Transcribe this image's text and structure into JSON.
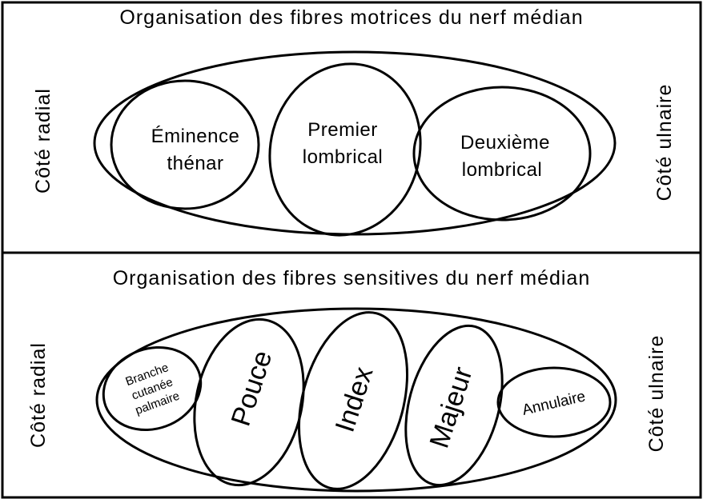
{
  "top": {
    "title": "Organisation des fibres motrices du nerf médian",
    "left_side": "Côté radial",
    "right_side": "Côté ulnaire",
    "thenar": [
      "Éminence",
      "thénar"
    ],
    "lumbrical1": [
      "Premier",
      "lombrical"
    ],
    "lumbrical2": [
      "Deuxième",
      "lombrical"
    ]
  },
  "bottom": {
    "title": "Organisation des fibres sensitives du nerf médian",
    "left_side": "Côté radial",
    "right_side": "Côté ulnaire",
    "palmar": [
      "Branche",
      "cutanée",
      "palmaire"
    ],
    "thumb": "Pouce",
    "index": "Index",
    "middle": "Majeur",
    "ring": "Annulaire"
  }
}
